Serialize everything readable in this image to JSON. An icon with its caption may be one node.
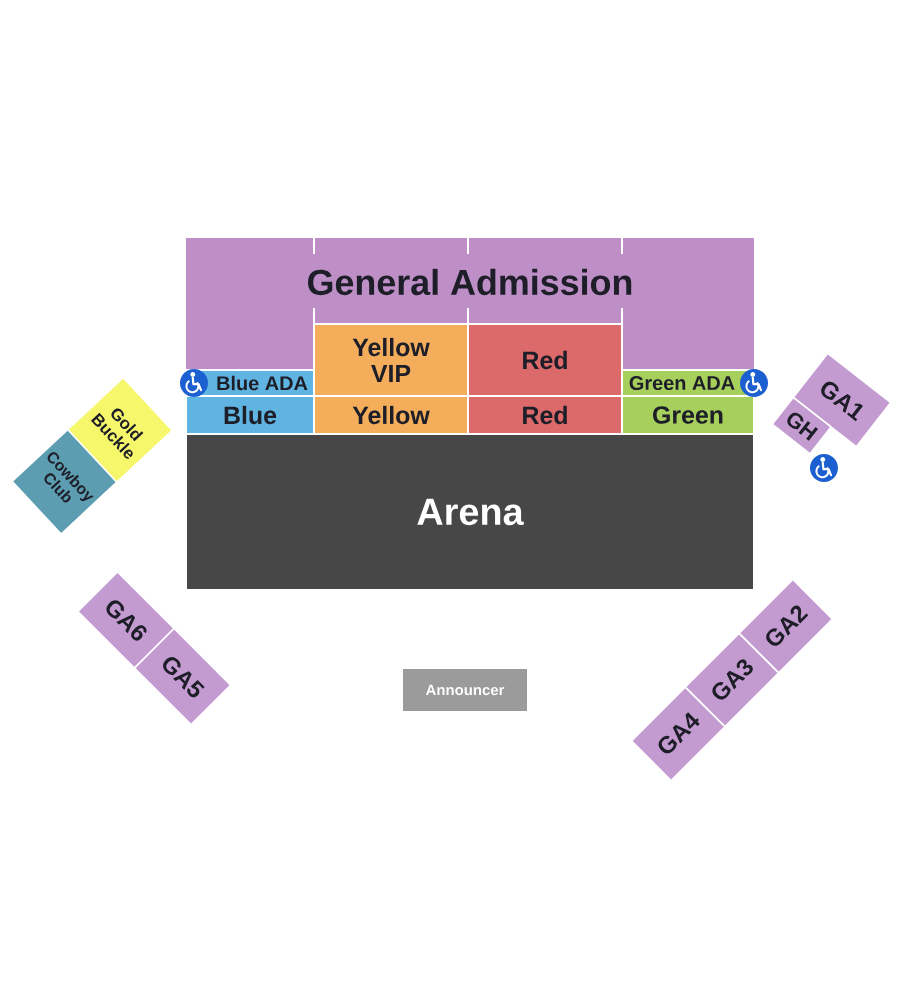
{
  "diagram": {
    "nodes": [
      {
        "text": [
          "General Admission"
        ]
      },
      {
        "text": [
          "Yellow VIP"
        ]
      },
      {
        "text": [
          "Red"
        ]
      },
      {
        "text": [
          "Blue ADA"
        ]
      },
      {
        "text": [
          "Green ADA"
        ]
      },
      {
        "text": [
          "GA1"
        ]
      },
      {
        "text": [
          "Gold Buckle"
        ]
      },
      {
        "text": [
          "Blue"
        ]
      },
      {
        "text": [
          "Yellow"
        ]
      },
      {
        "text": [
          "Red"
        ]
      },
      {
        "text": [
          "Green"
        ]
      },
      {
        "text": [
          "GH"
        ]
      },
      {
        "text": [
          "Cowboy Club"
        ]
      },
      {
        "text": [
          "Arena"
        ]
      },
      {
        "text": [
          "GA6"
        ]
      },
      {
        "text": [
          "GA5"
        ]
      },
      {
        "text": [
          "GA2"
        ]
      },
      {
        "text": [
          "GA3"
        ]
      },
      {
        "text": [
          "GA4"
        ]
      },
      {
        "text": [
          "Announcer"
        ]
      }
    ]
  }
}
